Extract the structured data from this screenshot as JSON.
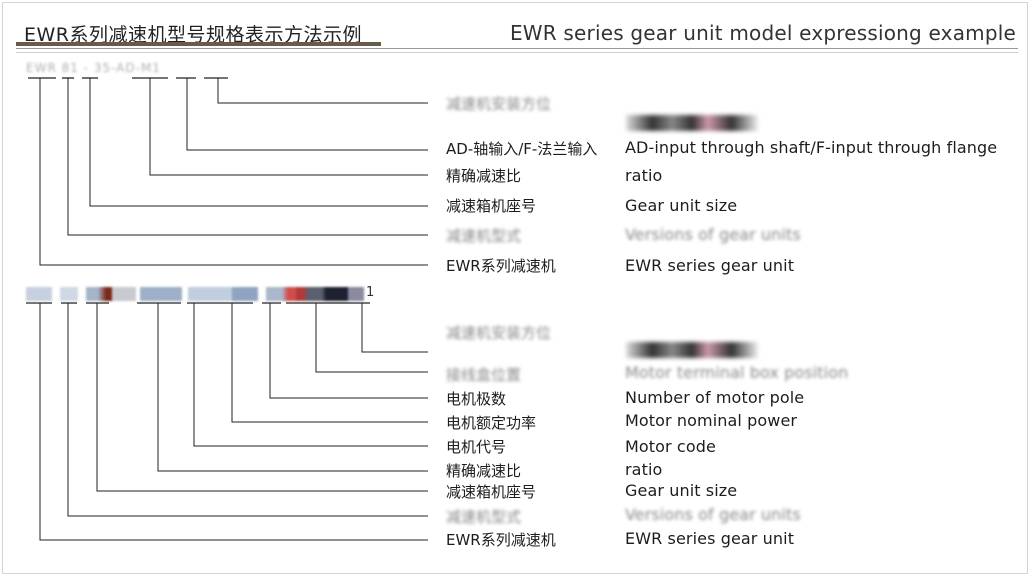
{
  "header": {
    "title_cn": "EWR系列减速机型号规格表示方法示例",
    "title_en": "EWR series gear unit model expressiong example"
  },
  "section1": {
    "code": "EWR 81 - 35-AD-M1",
    "rows": [
      {
        "cn": "减速机安装方位",
        "en": ""
      },
      {
        "cn": "AD-轴输入/F-法兰输入",
        "en": "AD-input through shaft/F-input through flange"
      },
      {
        "cn": "精确减速比",
        "en": "ratio"
      },
      {
        "cn": "减速箱机座号",
        "en": "Gear unit size"
      },
      {
        "cn": "减速机型式",
        "en": "Versions of gear units"
      },
      {
        "cn": "EWR系列减速机",
        "en": "EWR series gear unit"
      }
    ]
  },
  "section2": {
    "code_end": "1",
    "rows": [
      {
        "cn": "减速机安装方位",
        "en": ""
      },
      {
        "cn": "接线盒位置",
        "en": "Motor terminal box position"
      },
      {
        "cn": "电机极数",
        "en": "Number of motor pole"
      },
      {
        "cn": "电机额定功率",
        "en": "Motor nominal power"
      },
      {
        "cn": "电机代号",
        "en": "Motor code"
      },
      {
        "cn": "精确减速比",
        "en": "ratio"
      },
      {
        "cn": "减速箱机座号",
        "en": "Gear unit size"
      },
      {
        "cn": "减速机型式",
        "en": "Versions of gear units"
      },
      {
        "cn": "EWR系列减速机",
        "en": "EWR series gear unit"
      }
    ]
  }
}
